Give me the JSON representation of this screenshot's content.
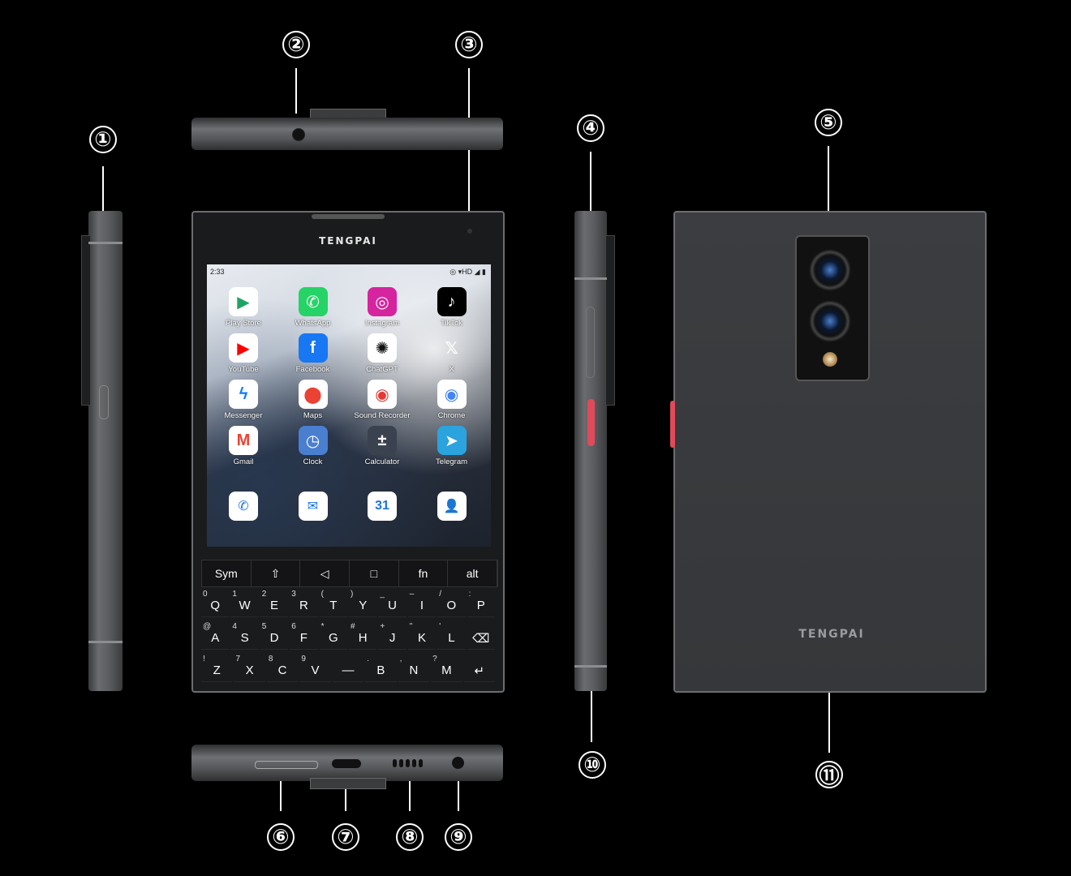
{
  "callouts": [
    "①",
    "②",
    "③",
    "④",
    "⑤",
    "⑥",
    "⑦",
    "⑧",
    "⑨",
    "⑩",
    "⑪"
  ],
  "brand": "TENGPAI",
  "status": {
    "time": "2:33",
    "right": "◎ ▾HD ◢ ▮"
  },
  "apps": [
    {
      "label": "Play Store",
      "glyph": "▶",
      "bg": "#ffffff",
      "fg": "#1fa463"
    },
    {
      "label": "WhatsApp",
      "glyph": "✆",
      "bg": "#25d366",
      "fg": "#ffffff"
    },
    {
      "label": "Instagram",
      "glyph": "◎",
      "bg": "#d6249f",
      "fg": "#ffffff"
    },
    {
      "label": "TikTok",
      "glyph": "♪",
      "bg": "#000000",
      "fg": "#ffffff"
    },
    {
      "label": "YouTube",
      "glyph": "▶",
      "bg": "#ffffff",
      "fg": "#ff0000"
    },
    {
      "label": "Facebook",
      "glyph": "f",
      "bg": "#1877f2",
      "fg": "#ffffff"
    },
    {
      "label": "ChatGPT",
      "glyph": "✺",
      "bg": "#ffffff",
      "fg": "#111111"
    },
    {
      "label": "X",
      "glyph": "𝕏",
      "bg": "transparent",
      "fg": "#ffffff"
    },
    {
      "label": "Messenger",
      "glyph": "ϟ",
      "bg": "#ffffff",
      "fg": "#0a7cff"
    },
    {
      "label": "Maps",
      "glyph": "⬤",
      "bg": "#ffffff",
      "fg": "#ea4335"
    },
    {
      "label": "Sound Recorder",
      "glyph": "◉",
      "bg": "#ffffff",
      "fg": "#e53935"
    },
    {
      "label": "Chrome",
      "glyph": "◉",
      "bg": "#ffffff",
      "fg": "#4285f4"
    },
    {
      "label": "Gmail",
      "glyph": "M",
      "bg": "#ffffff",
      "fg": "#ea4335"
    },
    {
      "label": "Clock",
      "glyph": "◷",
      "bg": "#4a7fd0",
      "fg": "#ffffff"
    },
    {
      "label": "Calculator",
      "glyph": "±",
      "bg": "#3a4250",
      "fg": "#ffffff"
    },
    {
      "label": "Telegram",
      "glyph": "➤",
      "bg": "#2aa3df",
      "fg": "#ffffff"
    }
  ],
  "dock": [
    {
      "glyph": "✆",
      "fg": "#1a73e8"
    },
    {
      "glyph": "✉",
      "fg": "#1a73e8"
    },
    {
      "glyph": "31",
      "fg": "#1a73e8"
    },
    {
      "glyph": "👤",
      "fg": "#1a73e8"
    }
  ],
  "navkeys": [
    "Sym",
    "⇧",
    "◁",
    "□",
    "fn",
    "alt"
  ],
  "rows": [
    [
      {
        "k": "Q",
        "a": "0"
      },
      {
        "k": "W",
        "a": "1"
      },
      {
        "k": "E",
        "a": "2"
      },
      {
        "k": "R",
        "a": "3"
      },
      {
        "k": "T",
        "a": "("
      },
      {
        "k": "Y",
        "a": ")"
      },
      {
        "k": "U",
        "a": "_"
      },
      {
        "k": "I",
        "a": "–"
      },
      {
        "k": "O",
        "a": "/"
      },
      {
        "k": "P",
        "a": ":"
      }
    ],
    [
      {
        "k": "A",
        "a": "@"
      },
      {
        "k": "S",
        "a": "4"
      },
      {
        "k": "D",
        "a": "5"
      },
      {
        "k": "F",
        "a": "6"
      },
      {
        "k": "G",
        "a": "*"
      },
      {
        "k": "H",
        "a": "#"
      },
      {
        "k": "J",
        "a": "+"
      },
      {
        "k": "K",
        "a": "\""
      },
      {
        "k": "L",
        "a": "'"
      },
      {
        "k": "⌫",
        "a": ""
      }
    ],
    [
      {
        "k": "Z",
        "a": "!"
      },
      {
        "k": "X",
        "a": "7"
      },
      {
        "k": "C",
        "a": "8"
      },
      {
        "k": "V",
        "a": "9"
      },
      {
        "k": "—",
        "a": ""
      },
      {
        "k": "B",
        "a": "."
      },
      {
        "k": "N",
        "a": ","
      },
      {
        "k": "M",
        "a": "?"
      },
      {
        "k": "↵",
        "a": ""
      }
    ]
  ]
}
